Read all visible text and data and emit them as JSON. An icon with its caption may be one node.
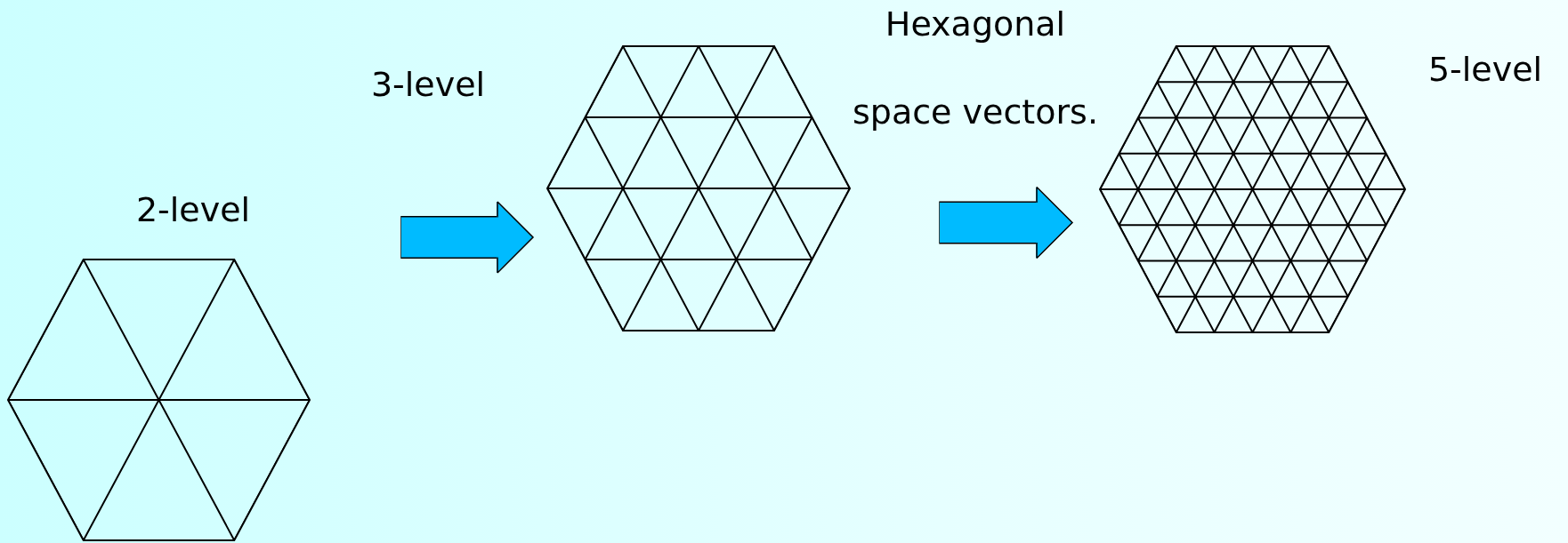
{
  "diagram": {
    "nodes": [
      {
        "text": [
          "2-level"
        ]
      },
      {
        "text": [
          "3-level"
        ]
      },
      {
        "text": [
          "5-level"
        ]
      }
    ],
    "edges": [
      {
        "from": 0,
        "to": 1,
        "arrow": "to"
      },
      {
        "from": 1,
        "to": 2,
        "arrow": "to"
      }
    ],
    "labels": [
      "Hexagonal",
      "space vectors."
    ]
  }
}
